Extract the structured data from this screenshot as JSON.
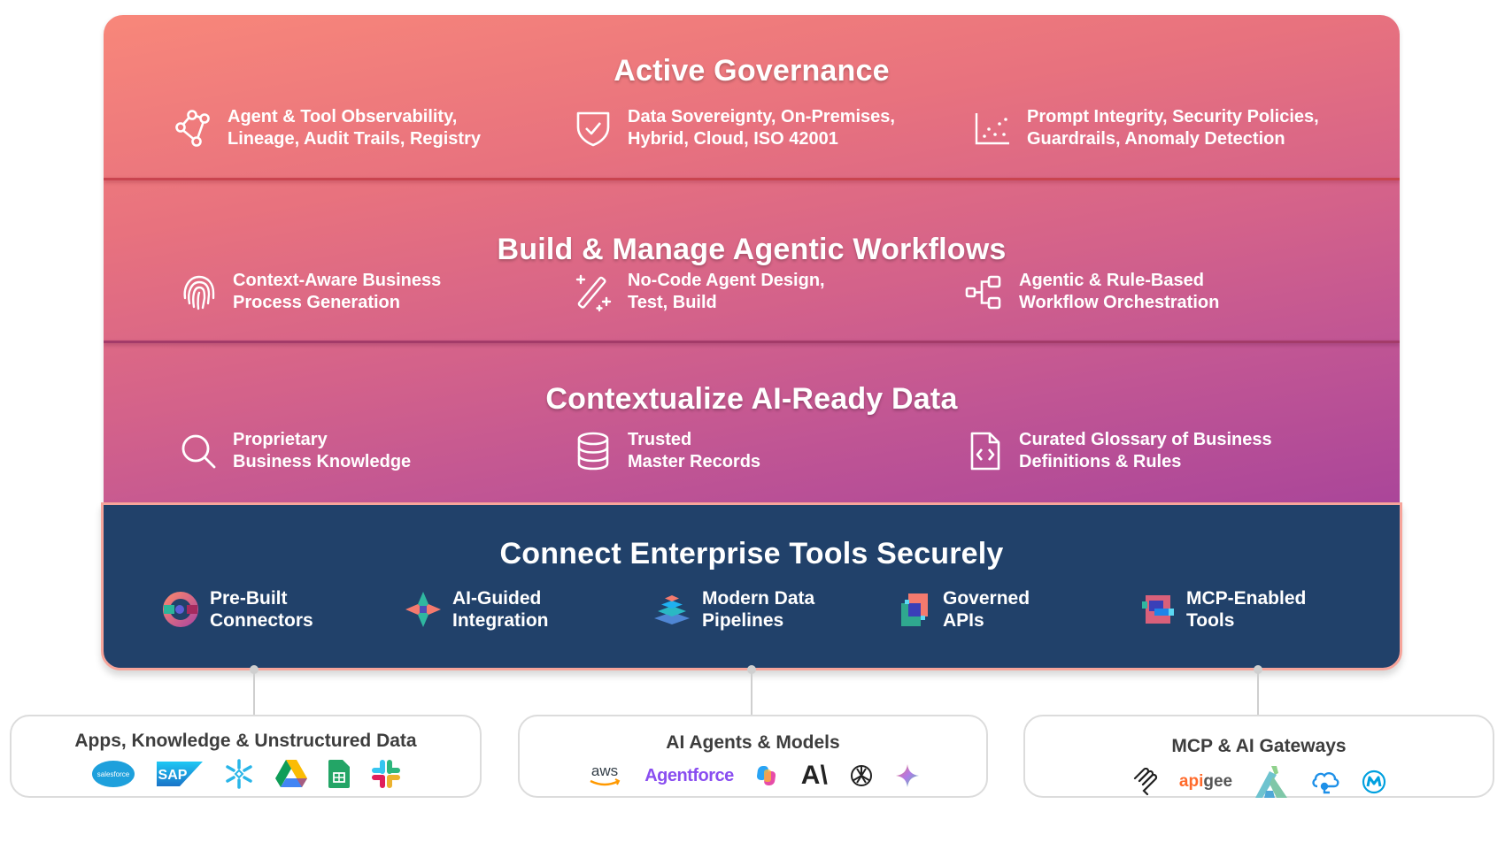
{
  "layers": [
    {
      "title": "Active Governance",
      "features": [
        {
          "icon": "network-nodes-icon",
          "lines": [
            "Agent & Tool Observability,",
            "Lineage, Audit Trails, Registry"
          ]
        },
        {
          "icon": "shield-check-icon",
          "lines": [
            "Data Sovereignty, On-Premises,",
            "Hybrid, Cloud, ISO 42001"
          ]
        },
        {
          "icon": "scatter-chart-icon",
          "lines": [
            "Prompt Integrity, Security Policies,",
            "Guardrails, Anomaly Detection"
          ]
        }
      ]
    },
    {
      "title": "Build & Manage Agentic Workflows",
      "features": [
        {
          "icon": "fingerprint-icon",
          "lines": [
            "Context-Aware Business",
            "Process Generation"
          ]
        },
        {
          "icon": "magic-wand-icon",
          "lines": [
            "No-Code Agent Design,",
            "Test, Build"
          ]
        },
        {
          "icon": "workflow-tree-icon",
          "lines": [
            "Agentic & Rule-Based",
            "Workflow Orchestration"
          ]
        }
      ]
    },
    {
      "title": "Contextualize AI-Ready Data",
      "features": [
        {
          "icon": "search-icon",
          "lines": [
            "Proprietary",
            "Business Knowledge"
          ]
        },
        {
          "icon": "database-icon",
          "lines": [
            "Trusted",
            "Master Records"
          ]
        },
        {
          "icon": "code-file-icon",
          "lines": [
            "Curated Glossary of Business",
            "Definitions & Rules"
          ]
        }
      ]
    }
  ],
  "connect": {
    "title": "Connect Enterprise Tools Securely",
    "features": [
      {
        "icon": "connector-ring-icon",
        "lines": [
          "Pre-Built",
          "Connectors"
        ]
      },
      {
        "icon": "diamond-arrows-icon",
        "lines": [
          "AI-Guided",
          "Integration"
        ]
      },
      {
        "icon": "stacked-layers-icon",
        "lines": [
          "Modern Data",
          "Pipelines"
        ]
      },
      {
        "icon": "overlapping-squares-icon",
        "lines": [
          "Governed",
          "APIs"
        ]
      },
      {
        "icon": "linked-blocks-icon",
        "lines": [
          "MCP-Enabled",
          "Tools"
        ]
      }
    ]
  },
  "sources": [
    {
      "title": "Apps, Knowledge & Unstructured Data",
      "logos": [
        "salesforce",
        "SAP",
        "snowflake",
        "google-drive",
        "google-sheets",
        "slack"
      ]
    },
    {
      "title": "AI Agents & Models",
      "logos": [
        "aws",
        "Agentforce",
        "copilot",
        "anthropic",
        "openai",
        "gemini"
      ]
    },
    {
      "title": "MCP & AI Gateways",
      "logos": [
        "mcp",
        "apigee",
        "kong",
        "azure-api",
        "mulesoft"
      ]
    }
  ],
  "logo_text": {
    "salesforce": "salesforce",
    "sap": "SAP",
    "aws": "aws",
    "agentforce": "Agentforce",
    "anthropic": "A\\",
    "apigee_api": "api",
    "apigee_gee": "gee"
  },
  "colors": {
    "gradient_top": "#f8877a",
    "gradient_bottom": "#a8449a",
    "dark_panel": "#21416a",
    "dark_border": "#f7a59b",
    "source_border": "#dcdcdc",
    "source_text": "#3d3d3d"
  }
}
